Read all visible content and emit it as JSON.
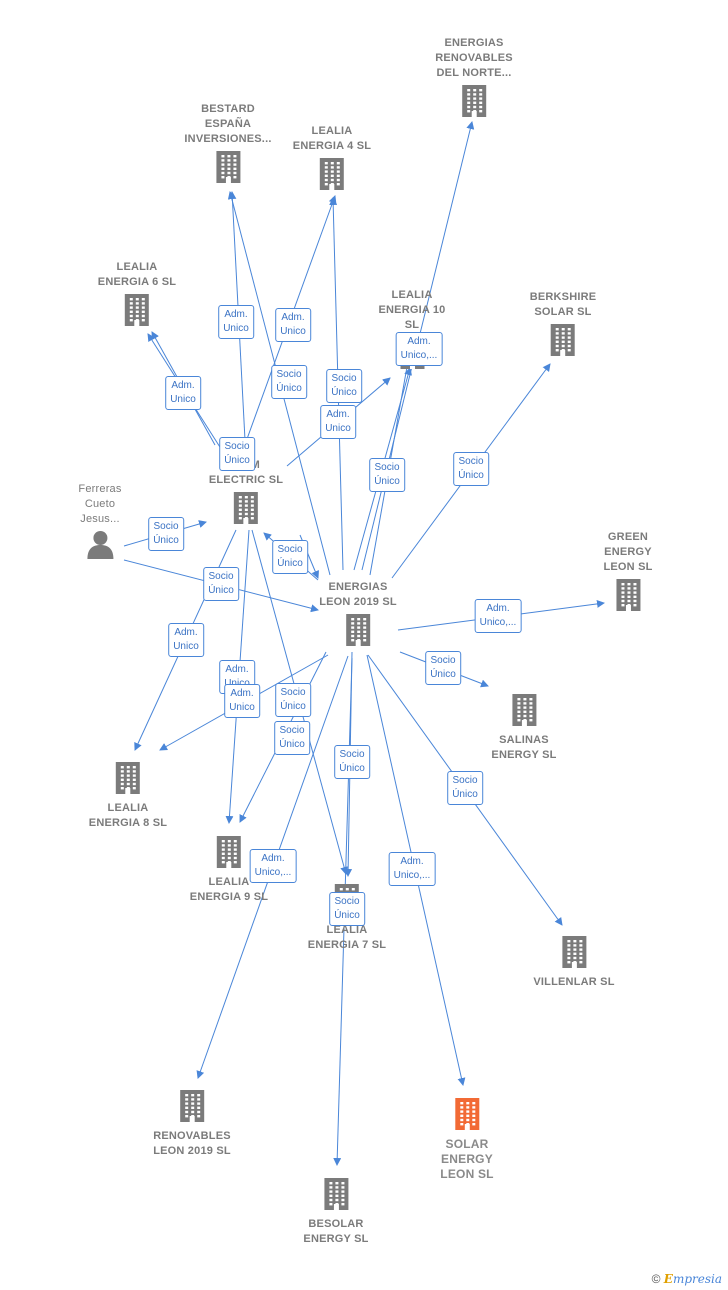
{
  "colors": {
    "edge": "#4a86d8",
    "node": "#7b7b7b",
    "highlight": "#f26a35"
  },
  "nodes": [
    {
      "id": "energias_renovables_norte",
      "label": "ENERGIAS\nRENOVABLES\nDEL NORTE...",
      "icon": "building-icon"
    },
    {
      "id": "bestard",
      "label": "BESTARD\nESPAÑA\nINVERSIONES...",
      "icon": "building-icon"
    },
    {
      "id": "lealia4",
      "label": "LEALIA\nENERGIA 4  SL",
      "icon": "building-icon"
    },
    {
      "id": "lealia6",
      "label": "LEALIA\nENERGIA 6  SL",
      "icon": "building-icon"
    },
    {
      "id": "lealia10",
      "label": "LEALIA\nENERGIA 10\nSL",
      "icon": "building-icon"
    },
    {
      "id": "berkshire",
      "label": "BERKSHIRE\nSOLAR  SL",
      "icon": "building-icon"
    },
    {
      "id": "ferreras",
      "label": "Ferreras\nCueto\nJesus...",
      "icon": "person-icon"
    },
    {
      "id": "electric",
      "label": "...OM\nELECTRIC  SL",
      "icon": "building-icon"
    },
    {
      "id": "green",
      "label": "GREEN\nENERGY\nLEON  SL",
      "icon": "building-icon"
    },
    {
      "id": "center",
      "label": "ENERGIAS\nLEON 2019  SL",
      "icon": "building-icon"
    },
    {
      "id": "salinas",
      "label": "SALINAS\nENERGY  SL",
      "icon": "building-icon"
    },
    {
      "id": "lealia8",
      "label": "LEALIA\nENERGIA 8  SL",
      "icon": "building-icon"
    },
    {
      "id": "lealia9",
      "label": "LEALIA\nENERGIA 9  SL",
      "icon": "building-icon"
    },
    {
      "id": "lealia7",
      "label": "LEALIA\nENERGIA 7  SL",
      "icon": "building-icon"
    },
    {
      "id": "villenlar",
      "label": "VILLENLAR  SL",
      "icon": "building-icon"
    },
    {
      "id": "renovables",
      "label": "RENOVABLES\nLEON 2019  SL",
      "icon": "building-icon"
    },
    {
      "id": "solar",
      "label": "SOLAR\nENERGY\nLEON  SL",
      "icon": "building-icon",
      "highlight": true
    },
    {
      "id": "besolar",
      "label": "BESOLAR\nENERGY  SL",
      "icon": "building-icon"
    }
  ],
  "badges": [
    "Adm.\nUnico",
    "Adm.\nUnico",
    "Adm.\nUnico",
    "Socio\nÚnico",
    "Socio\nÚnico",
    "Adm.\nUnico,...",
    "Adm.\nUnico",
    "Socio\nÚnico",
    "Socio\nÚnico",
    "Socio\nÚnico",
    "Socio\nÚnico",
    "Socio\nÚnico",
    "Socio\nÚnico",
    "Adm.\nUnico,...",
    "Adm.\nUnico",
    "Socio\nÚnico",
    "Adm.\nUnico",
    "Socio\nÚnico",
    "Adm.\nUnico",
    "Socio\nÚnico",
    "Socio\nÚnico",
    "Socio\nÚnico",
    "Adm.\nUnico,...",
    "Adm.\nUnico,...",
    "Socio\nÚnico"
  ],
  "footer": {
    "copyright": "©",
    "brand_initial": "E",
    "brand_rest": "mpresia"
  }
}
